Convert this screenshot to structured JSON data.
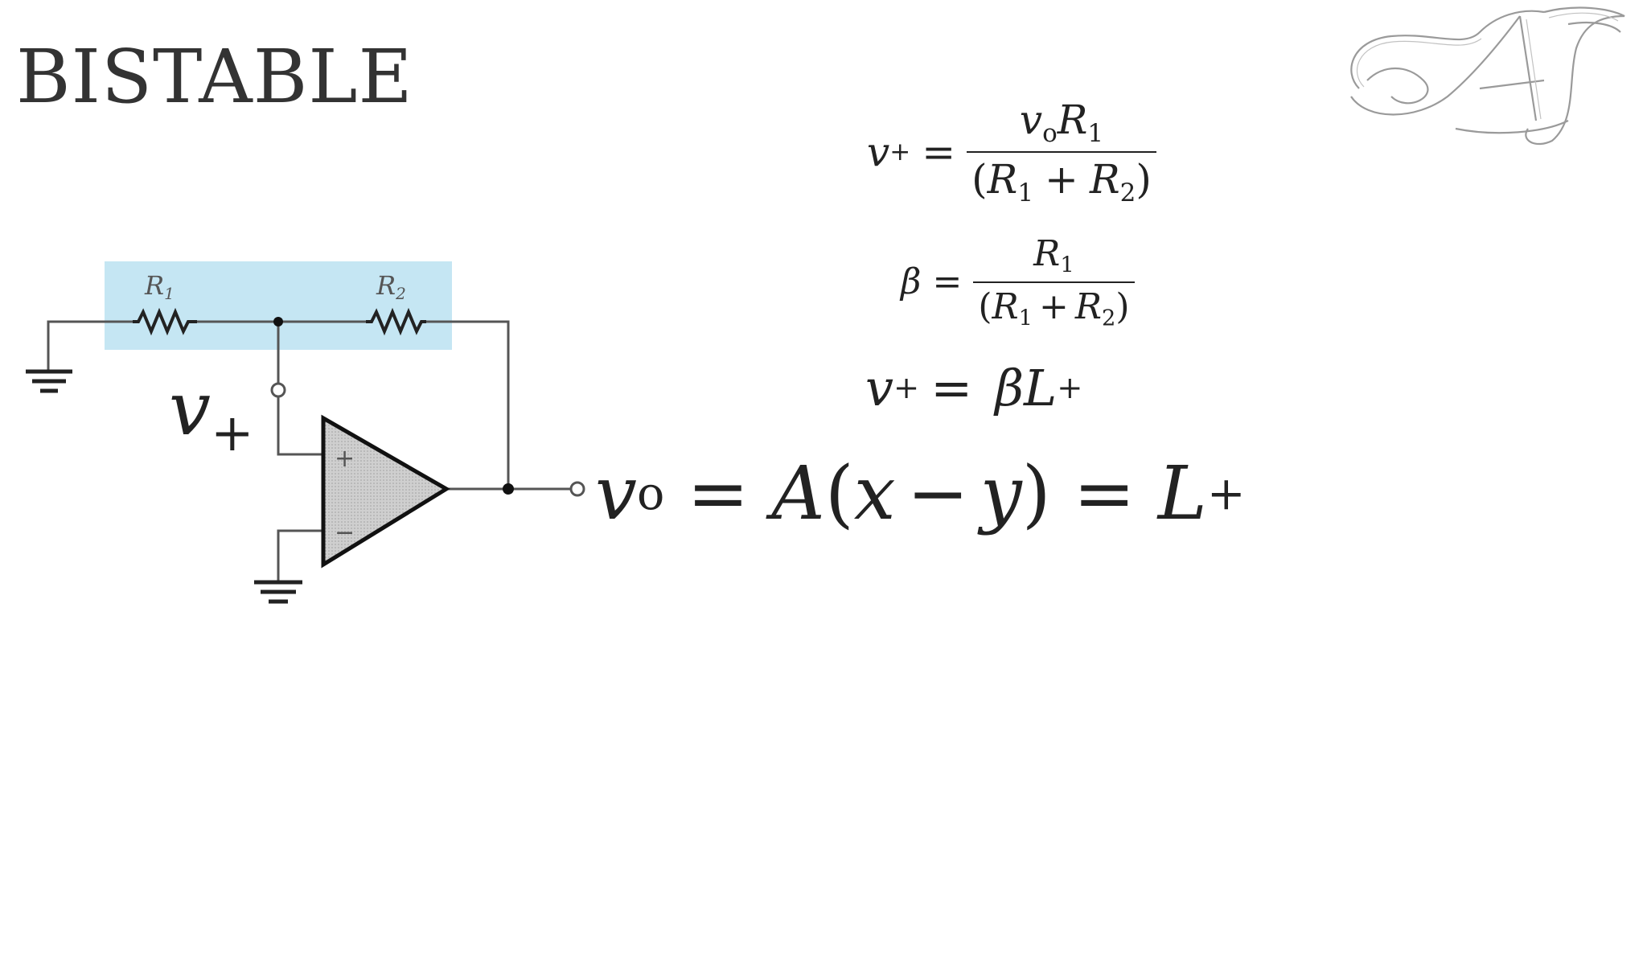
{
  "slide": {
    "title": "BISTABLE"
  },
  "circuit": {
    "r1_label": "R",
    "r1_sub": "1",
    "r2_label": "R",
    "r2_sub": "2",
    "vplus_label": "v",
    "vplus_sub": "+",
    "plus_sign": "+",
    "minus_sign": "−",
    "highlight_color": "#c5e6f3"
  },
  "equations": {
    "eq1": {
      "lhs_var": "v",
      "lhs_sub": "+",
      "equals": "=",
      "num_var1": "v",
      "num_sub1": "o",
      "num_var2": "R",
      "num_sub2": "1",
      "den_open": "(",
      "den_var1": "R",
      "den_sub1": "1",
      "den_plus": "+",
      "den_var2": "R",
      "den_sub2": "2",
      "den_close": ")"
    },
    "eq2": {
      "lhs_var": "β",
      "equals": "=",
      "num_var": "R",
      "num_sub": "1",
      "den_open": "(",
      "den_var1": "R",
      "den_sub1": "1",
      "den_plus": "+",
      "den_var2": "R",
      "den_sub2": "2",
      "den_close": ")"
    },
    "eq3": {
      "lhs_var": "v",
      "lhs_sub": "+",
      "equals": "=",
      "rhs_var1": "β",
      "rhs_var2": "L",
      "rhs_sub": "+"
    },
    "eq4": {
      "lhs_var": "v",
      "lhs_sub": "o",
      "equals1": "=",
      "func": "A",
      "open": "(",
      "x": "x",
      "minus": "−",
      "y": "y",
      "close": ")",
      "equals2": "=",
      "rhs_var": "L",
      "rhs_sub": "+"
    }
  },
  "logo": {
    "text": "AJ",
    "icon": "monogram-logo"
  }
}
